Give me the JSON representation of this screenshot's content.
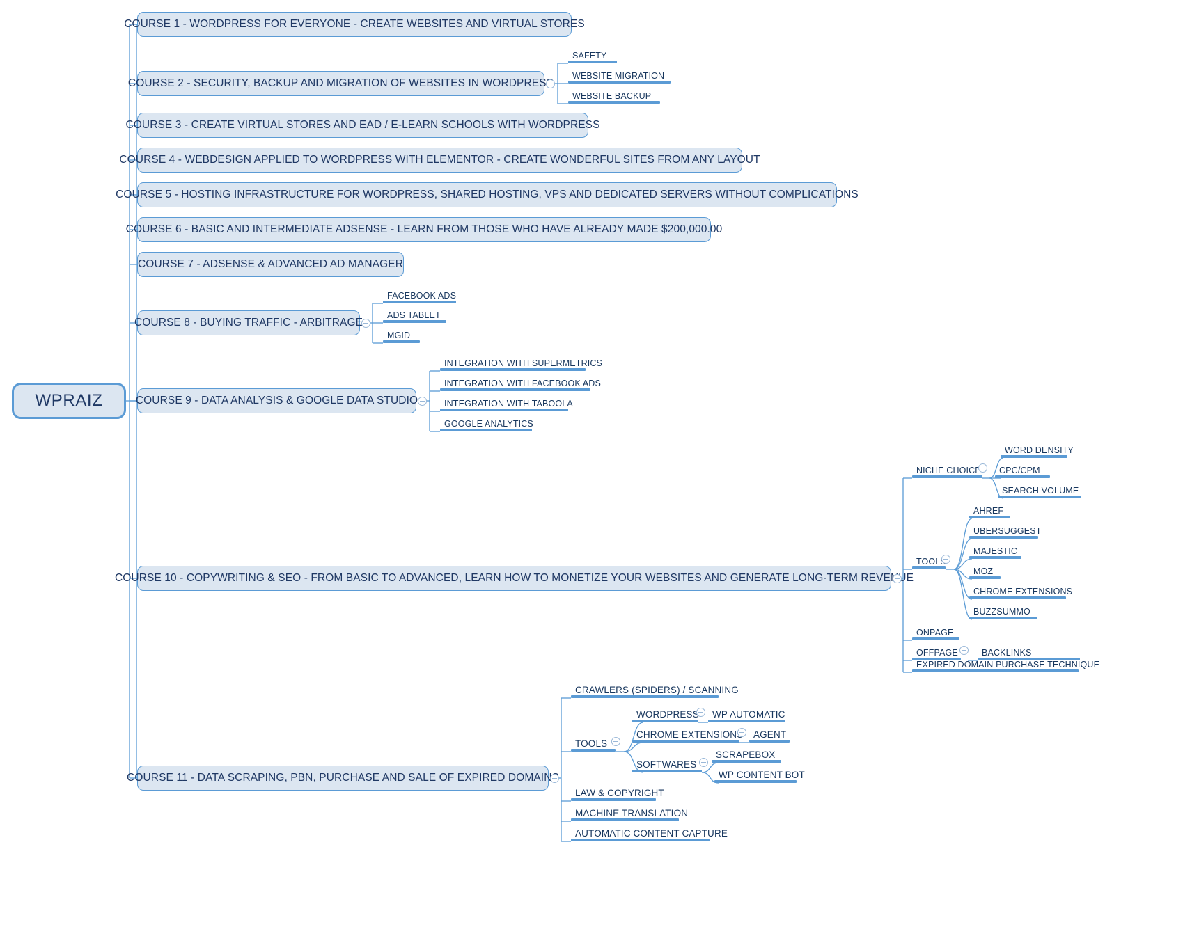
{
  "diagram": {
    "type": "mind-map",
    "title": "WPRAIZ course mind map",
    "colors": {
      "node_fill": "#dce6f1",
      "node_border": "#5b9bd5",
      "leaf_bar": "#5b9bd5",
      "text": "#1f3864",
      "leaf_text": "#17365d",
      "background": "#ffffff"
    }
  },
  "root": {
    "label": "WPRAIZ"
  },
  "courses": [
    {
      "label": "COURSE 1 - WORDPRESS FOR EVERYONE - CREATE WEBSITES AND VIRTUAL STORES"
    },
    {
      "label": "COURSE 2 - SECURITY, BACKUP AND MIGRATION OF WEBSITES IN WORDPRESS"
    },
    {
      "label": "COURSE 3 - CREATE VIRTUAL STORES AND EAD / E-LEARN SCHOOLS WITH WORDPRESS"
    },
    {
      "label": "COURSE 4 - WEBDESIGN APPLIED TO WORDPRESS WITH ELEMENTOR - CREATE WONDERFUL SITES FROM ANY LAYOUT"
    },
    {
      "label": "COURSE 5 - HOSTING INFRASTRUCTURE FOR WORDPRESS, SHARED HOSTING, VPS AND DEDICATED SERVERS WITHOUT COMPLICATIONS"
    },
    {
      "label": "COURSE 6 - BASIC AND INTERMEDIATE ADSENSE - LEARN FROM THOSE WHO HAVE ALREADY MADE $200,000.00"
    },
    {
      "label": "COURSE 7 - ADSENSE & ADVANCED AD MANAGER"
    },
    {
      "label": "COURSE 8 - BUYING TRAFFIC - ARBITRAGE"
    },
    {
      "label": "COURSE 9 - DATA ANALYSIS & GOOGLE DATA STUDIO"
    },
    {
      "label": "COURSE 10 - COPYWRITING & SEO - FROM BASIC TO ADVANCED, LEARN HOW TO MONETIZE YOUR WEBSITES AND GENERATE LONG-TERM REVENUE"
    },
    {
      "label": "COURSE 11 - DATA SCRAPING, PBN, PURCHASE AND SALE OF EXPIRED DOMAINS"
    }
  ],
  "course2_children": [
    {
      "label": "SAFETY"
    },
    {
      "label": "WEBSITE MIGRATION"
    },
    {
      "label": "WEBSITE BACKUP"
    }
  ],
  "course8_children": [
    {
      "label": "FACEBOOK ADS"
    },
    {
      "label": "ADS TABLET"
    },
    {
      "label": "MGID"
    }
  ],
  "course9_children": [
    {
      "label": "INTEGRATION WITH SUPERMETRICS"
    },
    {
      "label": "INTEGRATION WITH FACEBOOK ADS"
    },
    {
      "label": "INTEGRATION WITH TABOOLA"
    },
    {
      "label": "GOOGLE ANALYTICS"
    }
  ],
  "course10_children": [
    {
      "label": "NICHE CHOICE"
    },
    {
      "label": "TOOLS"
    },
    {
      "label": "ONPAGE"
    },
    {
      "label": "OFFPAGE"
    },
    {
      "label": "EXPIRED DOMAIN PURCHASE TECHNIQUE"
    }
  ],
  "niche_choice_children": [
    {
      "label": "WORD DENSITY"
    },
    {
      "label": "CPC/CPM"
    },
    {
      "label": "SEARCH VOLUME"
    }
  ],
  "seo_tools_children": [
    {
      "label": "AHREF"
    },
    {
      "label": "UBERSUGGEST"
    },
    {
      "label": "MAJESTIC"
    },
    {
      "label": "MOZ"
    },
    {
      "label": "CHROME EXTENSIONS"
    },
    {
      "label": "BUZZSUMMO"
    }
  ],
  "offpage_children": [
    {
      "label": "BACKLINKS"
    }
  ],
  "course11_children": [
    {
      "label": "CRAWLERS (SPIDERS) / SCANNING"
    },
    {
      "label": "TOOLS"
    },
    {
      "label": "LAW & COPYRIGHT"
    },
    {
      "label": "MACHINE TRANSLATION"
    },
    {
      "label": "AUTOMATIC CONTENT CAPTURE"
    }
  ],
  "scraping_tools_children": [
    {
      "label": "WORDPRESS"
    },
    {
      "label": "CHROME EXTENSIONS"
    },
    {
      "label": "SOFTWARES"
    }
  ],
  "wordpress_children": [
    {
      "label": "WP AUTOMATIC"
    }
  ],
  "chrome_ext_children": [
    {
      "label": "AGENT"
    }
  ],
  "softwares_children": [
    {
      "label": "SCRAPEBOX"
    },
    {
      "label": "WP CONTENT BOT"
    }
  ],
  "toggles": {
    "icon": "collapse-minus-circle"
  }
}
